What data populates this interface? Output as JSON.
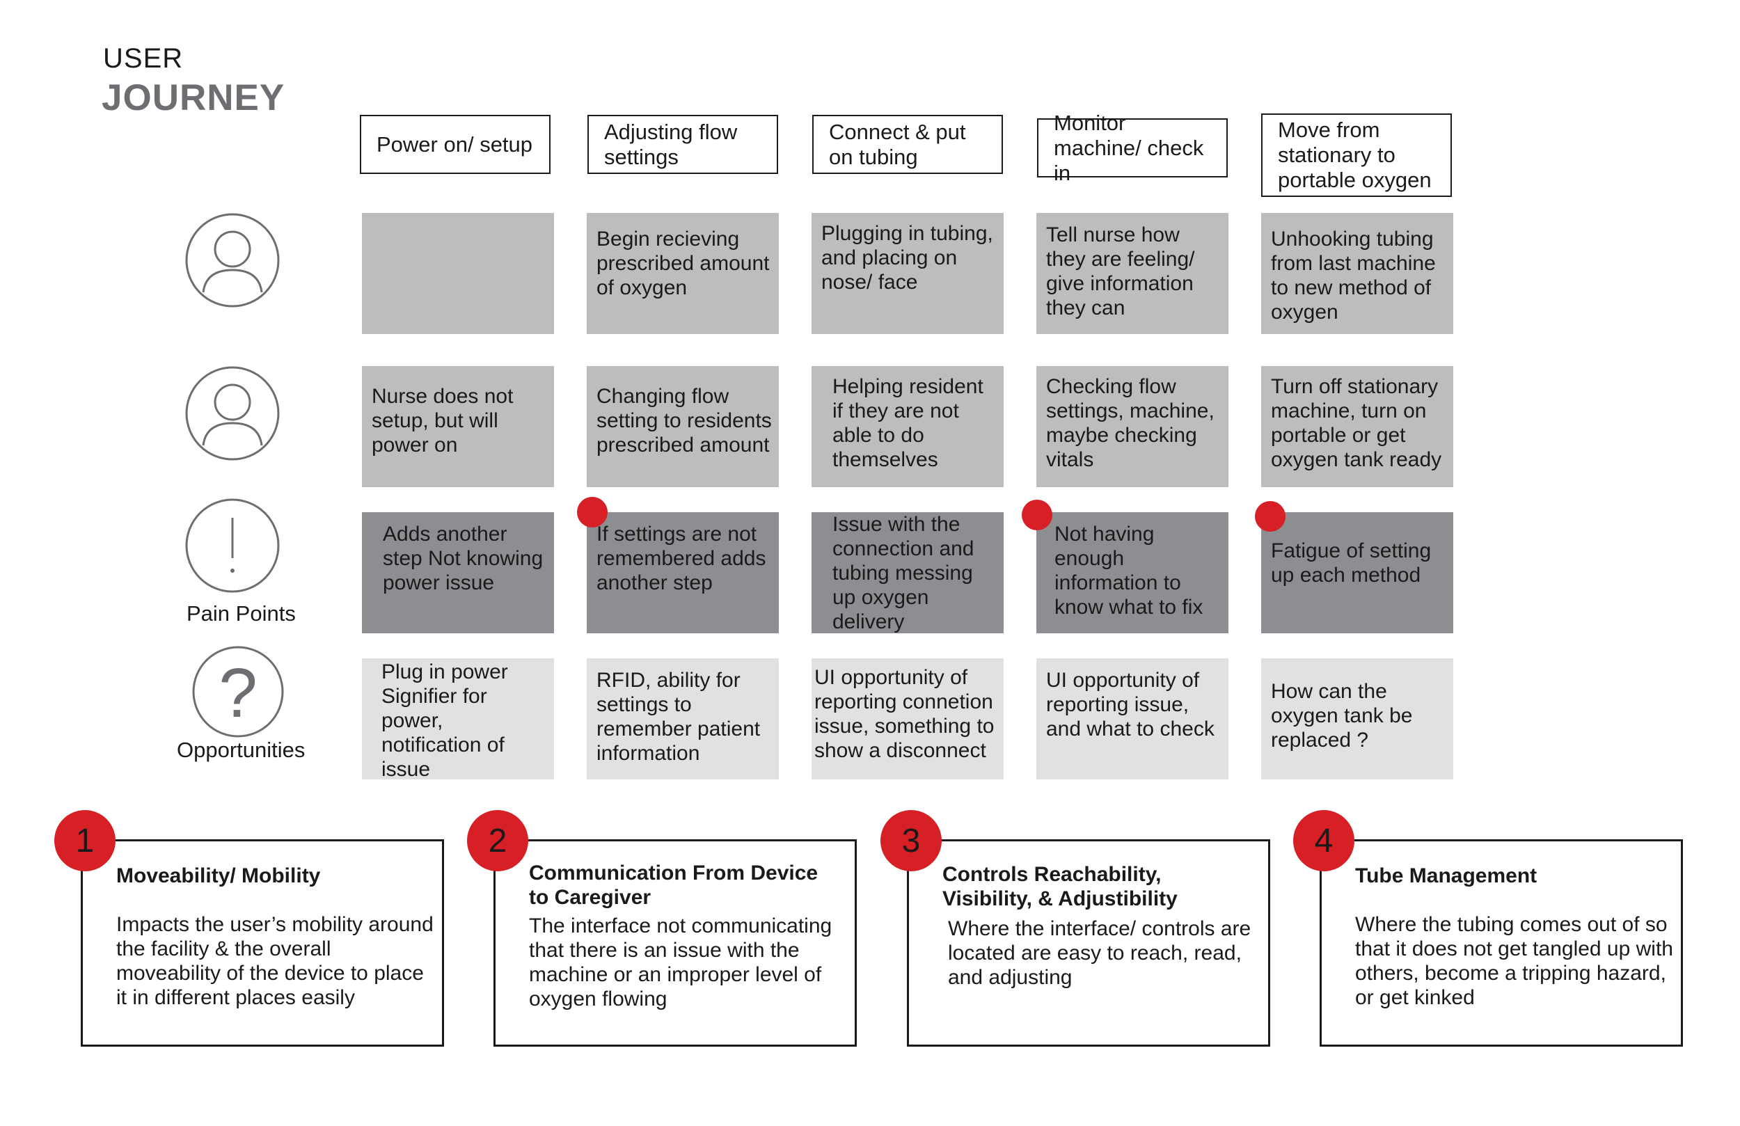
{
  "header": {
    "line1": "USER",
    "line2": "JOURNEY"
  },
  "stages": [
    "Power on/ setup",
    "Adjusting flow settings",
    "Connect & put on tubing",
    "Monitor machine/ check in",
    "Move from stationary to portable oxygen"
  ],
  "rows": {
    "resident": [
      "",
      "Begin recieving prescribed amount of oxygen",
      "Plugging in tubing, and placing on nose/ face",
      "Tell nurse how they are feeling/ give information they can",
      "Unhooking tubing from last machine to new method of oxygen"
    ],
    "nurse": [
      "Nurse does not setup, but will power on",
      "Changing flow setting to residents prescribed amount",
      "Helping resident if they are not able to do themselves",
      "Checking flow settings, machine, maybe checking vitals",
      "Turn off stationary machine, turn on portable or get oxygen tank ready"
    ],
    "pain_points": [
      "Adds another step Not knowing power issue",
      "If settings are not remembered adds another step",
      "Issue with the connection and tubing messing up oxygen delivery",
      "Not having enough information to know what to fix",
      "Fatigue of setting up each method"
    ],
    "opportunities": [
      "Plug in power Signifier for power, notification of issue",
      "RFID, ability for settings to remember patient information",
      "UI opportunity of reporting connetion issue, something to show a disconnect",
      "UI opportunity of reporting issue, and what to check",
      "How can the oxygen tank be replaced ?"
    ]
  },
  "row_labels": {
    "pain_points": "Pain Points",
    "opportunities": "Opportunities"
  },
  "insights": [
    {
      "number": "1",
      "title": "Moveability/ Mobility",
      "body": "Impacts the user’s mobility around the facility & the overall moveability of the device to place it in different places easily"
    },
    {
      "number": "2",
      "title": "Communication From Device to Caregiver",
      "body": "The interface not communicating that there is an issue with the machine or an improper level of oxygen flowing"
    },
    {
      "number": "3",
      "title": "Controls Reachability, Visibility, & Adjustibility",
      "body": "Where the interface/ controls are located are easy to reach, read, and adjusting"
    },
    {
      "number": "4",
      "title": "Tube Management",
      "body": "Where the tubing comes out of so that it does not get tangled up with others, become a tripping hazard, or get kinked"
    }
  ],
  "colors": {
    "accent": "#d71f26",
    "title_gray": "#6d6e71",
    "cell_light": "#bcbdbf",
    "cell_dark": "#8d8e91",
    "cell_pale": "#e0e1e2"
  }
}
